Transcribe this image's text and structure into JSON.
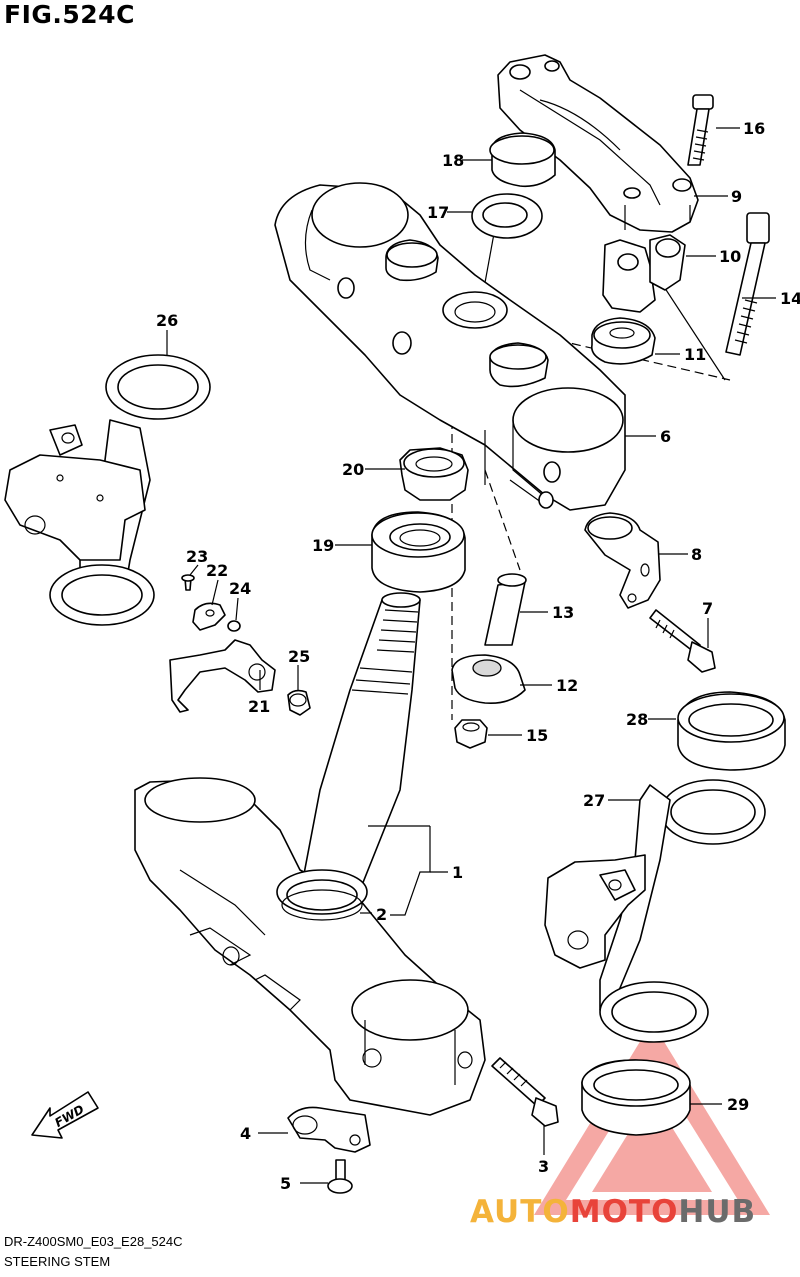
{
  "figure": {
    "title": "FIG.524C",
    "code": "DR-Z400SM0_E03_E28_524C",
    "name": "STEERING STEM"
  },
  "callouts": [
    {
      "id": "c1",
      "label": "1"
    },
    {
      "id": "c2",
      "label": "2"
    },
    {
      "id": "c3",
      "label": "3"
    },
    {
      "id": "c4",
      "label": "4"
    },
    {
      "id": "c5",
      "label": "5"
    },
    {
      "id": "c6",
      "label": "6"
    },
    {
      "id": "c7",
      "label": "7"
    },
    {
      "id": "c8",
      "label": "8"
    },
    {
      "id": "c9",
      "label": "9"
    },
    {
      "id": "c10",
      "label": "10"
    },
    {
      "id": "c11",
      "label": "11"
    },
    {
      "id": "c12",
      "label": "12"
    },
    {
      "id": "c13",
      "label": "13"
    },
    {
      "id": "c14",
      "label": "14"
    },
    {
      "id": "c15",
      "label": "15"
    },
    {
      "id": "c16",
      "label": "16"
    },
    {
      "id": "c17",
      "label": "17"
    },
    {
      "id": "c18",
      "label": "18"
    },
    {
      "id": "c19",
      "label": "19"
    },
    {
      "id": "c20",
      "label": "20"
    },
    {
      "id": "c21",
      "label": "21"
    },
    {
      "id": "c22",
      "label": "22"
    },
    {
      "id": "c23",
      "label": "23"
    },
    {
      "id": "c24",
      "label": "24"
    },
    {
      "id": "c25",
      "label": "25"
    },
    {
      "id": "c26",
      "label": "26"
    },
    {
      "id": "c27",
      "label": "27"
    },
    {
      "id": "c28",
      "label": "28"
    },
    {
      "id": "c29",
      "label": "29"
    }
  ],
  "fwd_arrow": {
    "label": "FWD"
  },
  "watermark": {
    "part1": "AUTO",
    "part2": "MOTO",
    "part3": "HUB",
    "colors": {
      "auto": "#f4b33a",
      "moto": "#e8433a",
      "hub": "#6b6b6b"
    }
  }
}
